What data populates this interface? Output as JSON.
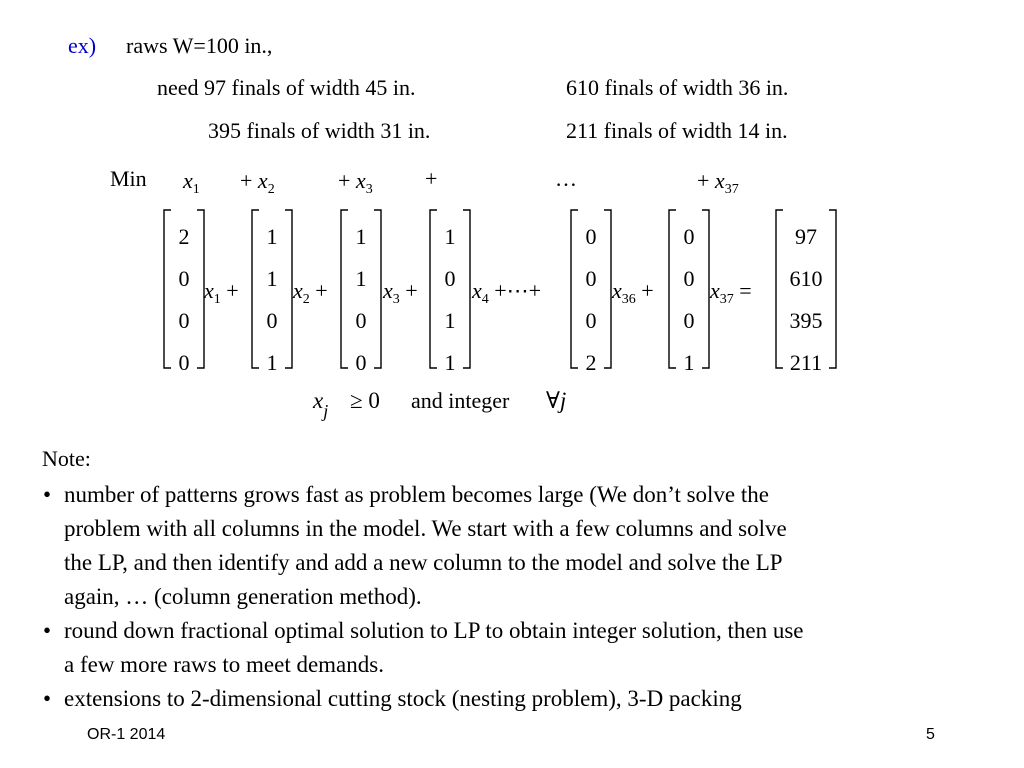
{
  "ex_label": "ex)",
  "accent_color": "#0000cc",
  "intro": "raws W=100 in.,",
  "needs": {
    "r1c1": "need 97 finals of width 45 in.",
    "r1c2": "610 finals of width 36 in.",
    "r2c1": "395 finals of width 31 in.",
    "r2c2": "211 finals of width 14 in."
  },
  "objective": {
    "label": "Min",
    "terms": [
      {
        "var": "x",
        "sub": "1"
      },
      {
        "op": "+",
        "var": "x",
        "sub": "2"
      },
      {
        "op": "+",
        "var": "x",
        "sub": "3"
      },
      {
        "op": "+"
      },
      {
        "ellipsis": "…"
      },
      {
        "op": "+",
        "var": "x",
        "sub": "37"
      }
    ]
  },
  "matrix": {
    "columns": [
      {
        "values": [
          "2",
          "0",
          "0",
          "0"
        ],
        "var": "x",
        "sub": "1",
        "op": "+"
      },
      {
        "values": [
          "1",
          "1",
          "0",
          "1"
        ],
        "var": "x",
        "sub": "2",
        "op": "+"
      },
      {
        "values": [
          "1",
          "1",
          "0",
          "0"
        ],
        "var": "x",
        "sub": "3",
        "op": "+"
      },
      {
        "values": [
          "1",
          "0",
          "1",
          "1"
        ],
        "var": "x",
        "sub": "4",
        "op": "+⋯+"
      },
      {
        "values": [
          "0",
          "0",
          "0",
          "2"
        ],
        "var": "x",
        "sub": "36",
        "op": "+"
      },
      {
        "values": [
          "0",
          "0",
          "0",
          "1"
        ],
        "var": "x",
        "sub": "37",
        "op": "="
      }
    ],
    "rhs": [
      "97",
      "610",
      "395",
      "211"
    ]
  },
  "constraint": {
    "var": "x",
    "sub": "j",
    "rel": "≥ 0",
    "text": "and integer",
    "forall": "∀",
    "forall_var": "j"
  },
  "note": {
    "heading": "Note:",
    "bullets": [
      {
        "lines": [
          "number of patterns grows fast as problem becomes large (We don’t solve the",
          "problem with all columns in the model.  We start with a few columns and solve",
          "the LP, and then identify and add a new column to the model and solve the LP",
          "again, … (column generation method)."
        ]
      },
      {
        "lines": [
          "round down fractional optimal solution to LP to obtain integer solution, then use",
          "a few more raws to meet demands."
        ]
      },
      {
        "lines": [
          "extensions to 2-dimensional cutting stock (nesting problem), 3-D packing"
        ]
      }
    ]
  },
  "footer": {
    "left": "OR-1  2014",
    "page": "5"
  }
}
